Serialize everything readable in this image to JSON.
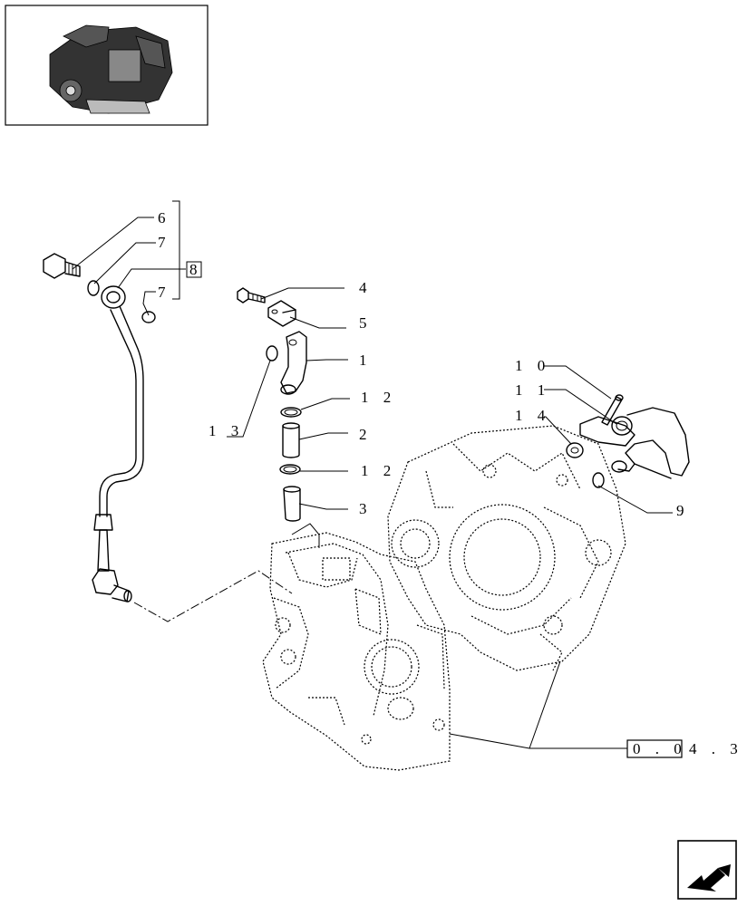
{
  "callouts": {
    "c1": "1",
    "c2": "2",
    "c3": "3",
    "c4": "4",
    "c5": "5",
    "c6": "6",
    "c7a": "7",
    "c7b": "7",
    "c8": "8",
    "c9": "9",
    "c10": "1 0",
    "c11": "1 1",
    "c12a": "1 2",
    "c12b": "1 2",
    "c13": "1 3",
    "c14": "1 4"
  },
  "reference": {
    "boxed": "0 . 0",
    "rest": "4 . 3"
  },
  "icons": {
    "thumbnail": "engine-thumbnail-icon",
    "nav": "next-page-arrow-icon"
  }
}
